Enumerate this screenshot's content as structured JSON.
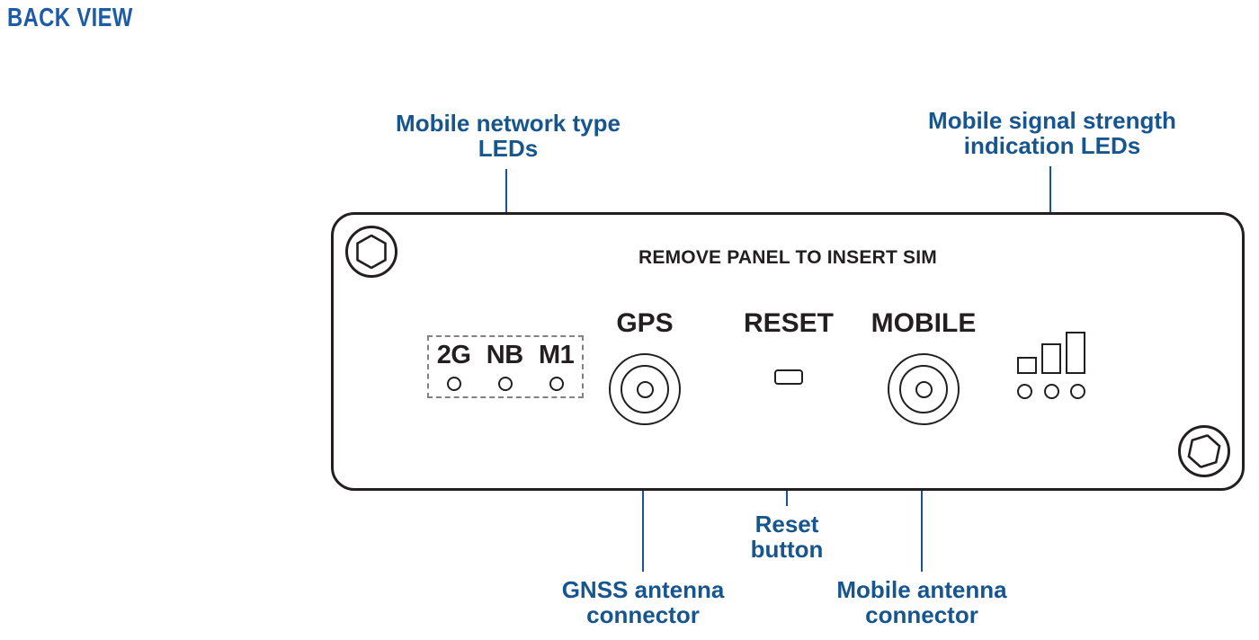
{
  "title": "BACK VIEW",
  "colors": {
    "title_blue": "#1d5ba6",
    "callout_blue": "#17558f",
    "leader_blue": "#1a5490",
    "outline_black": "#231f20",
    "dashed_gray": "#808285",
    "background": "#ffffff"
  },
  "callouts": {
    "network_type_leds": "Mobile network type\nLEDs",
    "signal_strength_leds": "Mobile signal strength\nindication LEDs",
    "gnss_connector": "GNSS  antenna\nconnector",
    "reset_button": "Reset\nbutton",
    "mobile_connector": "Mobile antenna\nconnector"
  },
  "panel": {
    "heading": "REMOVE PANEL TO INSERT SIM",
    "led_group": {
      "labels": [
        "2G",
        "NB",
        "M1"
      ],
      "led_count": 3
    },
    "connectors": [
      {
        "label": "GPS",
        "type": "coax"
      },
      {
        "label": "RESET",
        "type": "button"
      },
      {
        "label": "MOBILE",
        "type": "coax"
      }
    ],
    "signal_indicator": {
      "bars": 3,
      "leds": 3
    },
    "screws": [
      {
        "position": "top-left"
      },
      {
        "position": "bottom-right"
      }
    ]
  }
}
